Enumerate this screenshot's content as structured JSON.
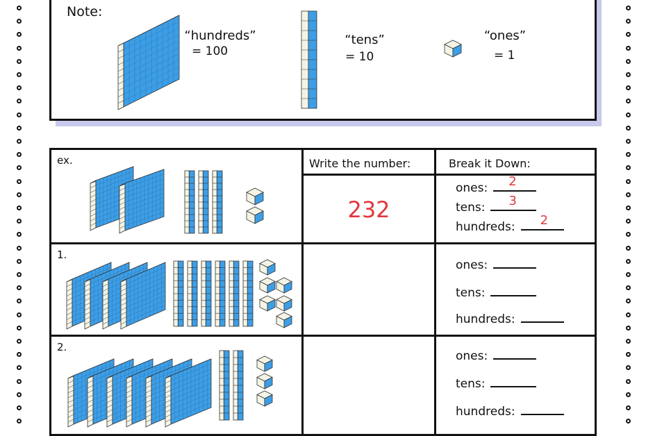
{
  "note": {
    "title": "Note:",
    "hundreds_label": "“hundreds”",
    "hundreds_eq": "= 100",
    "tens_label": "“tens”",
    "tens_eq": "= 10",
    "ones_label": "“ones”",
    "ones_eq": "= 1"
  },
  "table": {
    "col_write": "Write the number:",
    "col_break": "Break it Down:",
    "example": {
      "label": "ex.",
      "answer": "232",
      "ones_label": "ones:",
      "ones_value": "2",
      "tens_label": "tens:",
      "tens_value": "3",
      "hundreds_label": "hundreds:",
      "hundreds_value": "2",
      "counts": {
        "hundreds": 2,
        "tens": 3,
        "ones": 2
      }
    },
    "rows": [
      {
        "label": "1.",
        "ones_label": "ones:",
        "tens_label": "tens:",
        "hundreds_label": "hundreds:",
        "counts": {
          "hundreds": 4,
          "tens": 6,
          "ones": 6
        }
      },
      {
        "label": "2.",
        "ones_label": "ones:",
        "tens_label": "tens:",
        "hundreds_label": "hundreds:",
        "counts": {
          "hundreds": 6,
          "tens": 2,
          "ones": 3
        }
      }
    ]
  },
  "colors": {
    "block_face": "#3d9ee6",
    "block_edge": "#f4f4e6",
    "answer_red": "#e0383e",
    "shadow": "#c9c9ee"
  }
}
